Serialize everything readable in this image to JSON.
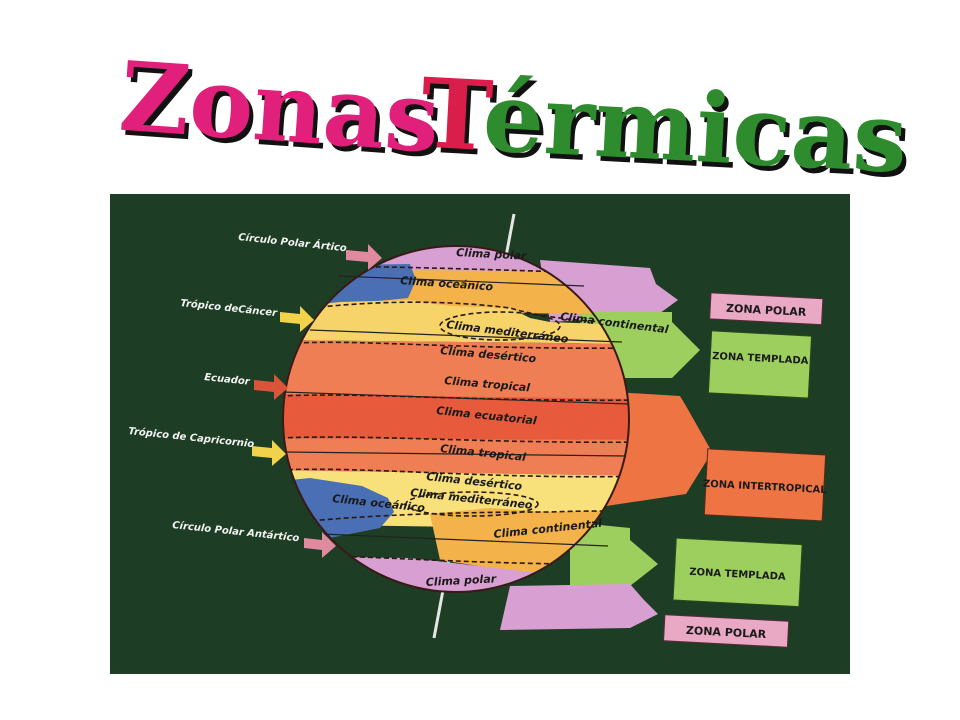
{
  "title": {
    "word1": "Zonas",
    "word2_first": "T",
    "word2_rest": "érmicas",
    "colors": {
      "word1": "#e0207a",
      "word2_first": "#d91e4c",
      "word2_rest": "#2e8b2e",
      "shadow": "#111111"
    }
  },
  "diagram": {
    "background": "#1d3d24",
    "latitude_labels": [
      {
        "text": "Círculo Polar Ártico",
        "arrow_color": "#e08aa0"
      },
      {
        "text": "Trópico deCáncer",
        "arrow_color": "#f2d24a"
      },
      {
        "text": "Ecuador",
        "arrow_color": "#d9553a"
      },
      {
        "text": "Trópico de Capricornio",
        "arrow_color": "#f2d24a"
      },
      {
        "text": "Círculo Polar Antártico",
        "arrow_color": "#e08aa0"
      }
    ],
    "climates": [
      {
        "text": "Clima polar"
      },
      {
        "text": "Clima oceánico"
      },
      {
        "text": "Clima continental"
      },
      {
        "text": "Clima mediterráneo"
      },
      {
        "text": "Clima desértico"
      },
      {
        "text": "Clima tropical"
      },
      {
        "text": "Clima ecuatorial"
      },
      {
        "text": "Clima tropical"
      },
      {
        "text": "Clima desértico"
      },
      {
        "text": "Clima mediterráneo"
      },
      {
        "text": "Clima oceánico"
      },
      {
        "text": "Clima continental"
      },
      {
        "text": "Clima polar"
      }
    ],
    "zones": [
      {
        "text": "ZONA POLAR",
        "color": "#e9a8c4"
      },
      {
        "text": "ZONA TEMPLADA",
        "color": "#9ccf5e"
      },
      {
        "text": "ZONA INTERTROPICAL",
        "color": "#ee7444"
      },
      {
        "text": "ZONA TEMPLADA",
        "color": "#9ccf5e"
      },
      {
        "text": "ZONA POLAR",
        "color": "#e9a8c4"
      }
    ],
    "climate_colors": {
      "polar": "#d8a0d2",
      "oceanic": "#4a6fb5",
      "continental": "#f3b24a",
      "mediterranean": "#f6d46a",
      "desert": "#f8e07a",
      "tropical": "#f07e54",
      "equatorial": "#e85a3c"
    }
  }
}
